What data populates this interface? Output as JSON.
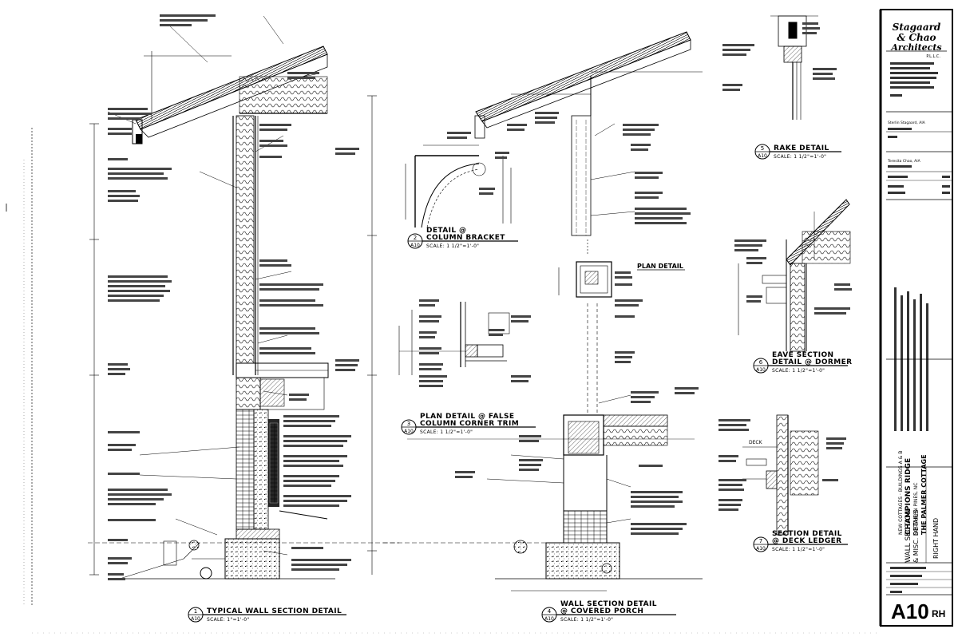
{
  "firm": {
    "line1": "Stagaard",
    "line2": "& Chao",
    "line3": "Architects",
    "suffix": "P.L.L.C."
  },
  "designers": {
    "name1": "Sterlin Stagaard, AIA",
    "name2": "Teresita Chao, AIA"
  },
  "project": {
    "line1": "NEW COTTAGES · BUILDINGS A & B",
    "line2": "CHAMPIONS RIDGE",
    "line3": "SOUTHERN PINES, NC",
    "line4": "THE PALMER COTTAGE"
  },
  "sheet": {
    "title1": "WALL SECTION",
    "title2": "& MISC. DETAILS",
    "hand": "RIGHT HAND",
    "number": "A10",
    "suffix": "RH"
  },
  "details": [
    {
      "num": "1",
      "ref": "A10",
      "title": "TYPICAL WALL SECTION DETAIL",
      "title2": "",
      "scale": "SCALE: 1\"=1'-0\""
    },
    {
      "num": "2",
      "ref": "A10",
      "title": "DETAIL @",
      "title2": "COLUMN BRACKET",
      "scale": "SCALE: 1 1/2\"=1'-0\""
    },
    {
      "num": "3",
      "ref": "A10",
      "title": "PLAN DETAIL @ FALSE",
      "title2": "COLUMN CORNER TRIM",
      "scale": "SCALE: 1 1/2\"=1'-0\""
    },
    {
      "num": "4",
      "ref": "A10",
      "title": "WALL SECTION DETAIL",
      "title2": "@ COVERED PORCH",
      "scale": "SCALE: 1 1/2\"=1'-0\""
    },
    {
      "num": "5",
      "ref": "A10",
      "title": "RAKE DETAIL",
      "title2": "",
      "scale": "SCALE: 1 1/2\"=1'-0\""
    },
    {
      "num": "6",
      "ref": "A10",
      "title": "EAVE SECTION",
      "title2": "DETAIL @ DORMER",
      "scale": "SCALE: 1 1/2\"=1'-0\""
    },
    {
      "num": "7",
      "ref": "A10",
      "title": "SECTION DETAIL",
      "title2": "@ DECK LEDGER",
      "scale": "SCALE: 1 1/2\"=1'-0\""
    }
  ],
  "plan_label": "PLAN DETAIL",
  "deck_label": "DECK"
}
